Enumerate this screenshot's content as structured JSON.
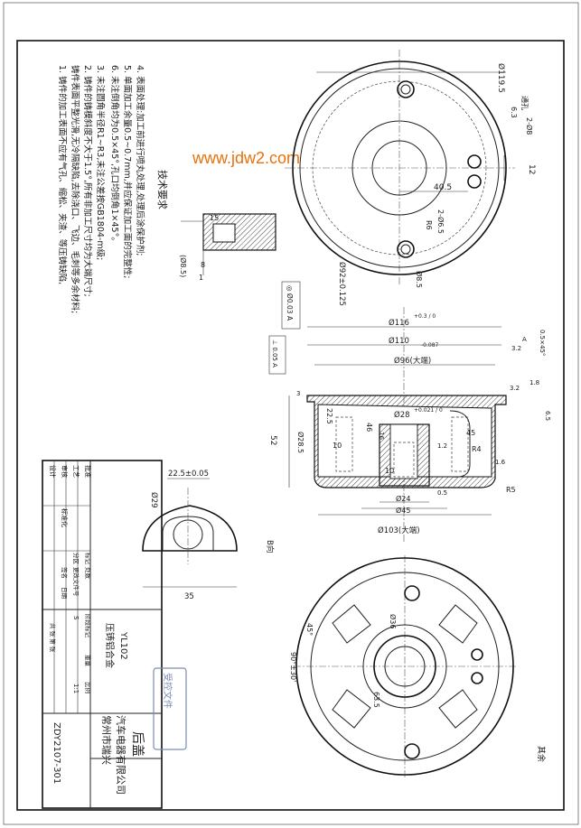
{
  "watermark": {
    "text": "www.jdw2.com",
    "color": "#e8720a"
  },
  "notes": {
    "heading": "技术要求",
    "lines": [
      "1. 铸件的加工表面不应有气孔、缩松、夹渣、等压铸缺陷,",
      "   铸件表面平整光滑,无冷隔缺陷,去除浇口、飞边、毛刺等多余材料;",
      "2. 铸件的铸模斜度不大于1.5°,所有非加工尺寸均为大端尺寸;",
      "3. 未注圆角半径R1~R3,未注公差按GB1804-m级;",
      "4. 表面处理:加工前进行喷丸处理,处理后涂保护剂;",
      "5. 单面加工余量0.5~0.7mm,并应保证加工面的完整性;",
      "6. 未注倒角均为0.5×45°,孔口均倒角1×45°。"
    ]
  },
  "top_view": {
    "dims": {
      "d1195": "Ø119.5",
      "d92": "Ø92±0.125",
      "d405": "40.5",
      "d12": "12",
      "r6": "R6",
      "holes_a": "2-Ø8",
      "holes_b": "2-Ø6.5",
      "d85": "Ø8.5",
      "tol_frame": "◎ Ø0.03 A",
      "blank": "通孔",
      "r63": "6.3"
    }
  },
  "section_view": {
    "dims": {
      "d116": "Ø116",
      "d116_tol": "+0.3 / 0",
      "d110": "Ø110",
      "d110_tol": "-0.087",
      "d96": "Ø96(大端)",
      "d28": "Ø28",
      "d28_tol": "+0.021 / 0",
      "d285": "Ø28.5",
      "d24": "Ø24",
      "d45": "Ø45",
      "d103": "Ø103(大端)",
      "h52": "52",
      "h225": "22.5",
      "h10a": "10",
      "h10b": "10",
      "h46": "46",
      "h16": "16",
      "h12": "1.2",
      "d45b": "45",
      "r4": "R4",
      "r5": "R5",
      "h05": "0.5",
      "h3": "3",
      "h65": "6.5",
      "h32": "3.2",
      "h18": "1.8",
      "ch": "0.5×45°",
      "r01": "3.2",
      "par": "⊥ 0.05 A",
      "mk_a": "A",
      "leader": "1.6"
    }
  },
  "detail_view": {
    "dims": {
      "d15": "15",
      "d85": "(Ø8.5)",
      "d8": "8",
      "d1": "1"
    }
  },
  "b_view": {
    "dims": {
      "w225": "22.5±0.05",
      "d29": "Ø29",
      "w35": "35",
      "label": "B向"
    }
  },
  "bottom_view": {
    "dims": {
      "d36": "Ø36",
      "d635": "63.5",
      "ang90": "90°±30'",
      "ang45": "45°",
      "rest": "其余"
    }
  },
  "title_block": {
    "company_l1": "常州市瑞兴",
    "company_l2": "汽车电器有限公司",
    "material_l1": "压铸铝合金",
    "material_l2": "YL102",
    "part_name": "后盖",
    "drawing_no": "ZDY2107-301",
    "rev_cols": [
      "标记",
      "处数",
      "分区",
      "更改文件号",
      "签名",
      "日期"
    ],
    "role_rows": [
      "设计",
      "审核",
      "工艺",
      "批准"
    ],
    "std": "标准化",
    "stage_cols": [
      "阶段标记",
      "重量",
      "比例"
    ],
    "sheet_info": "共 张 第 张",
    "scale": "1:1",
    "stage": "S",
    "stamp": "受控文件"
  }
}
